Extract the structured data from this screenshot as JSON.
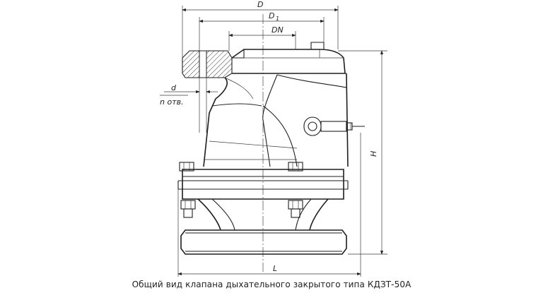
{
  "dimensions": {
    "D": "D",
    "D1_main": "D",
    "D1_sub": "1",
    "DN": "DN",
    "d": "d",
    "n_holes": "n отв.",
    "H": "H",
    "L": "L"
  },
  "caption": "Общий вид клапана  дыхательного закрытого типа КДЗТ-50А"
}
